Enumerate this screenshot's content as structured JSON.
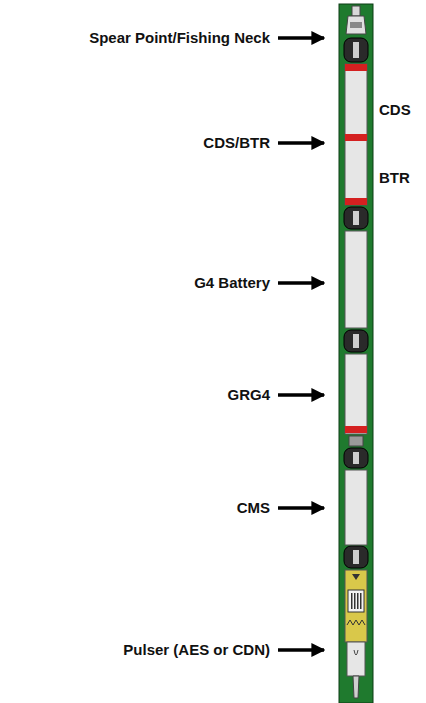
{
  "diagram": {
    "labels": [
      "Spear Point/Fishing Neck",
      "CDS/BTR",
      "CDS",
      "BTR",
      "G4 Battery",
      "GRG4",
      "CMS",
      "Pulser (AES or CDN)"
    ]
  }
}
